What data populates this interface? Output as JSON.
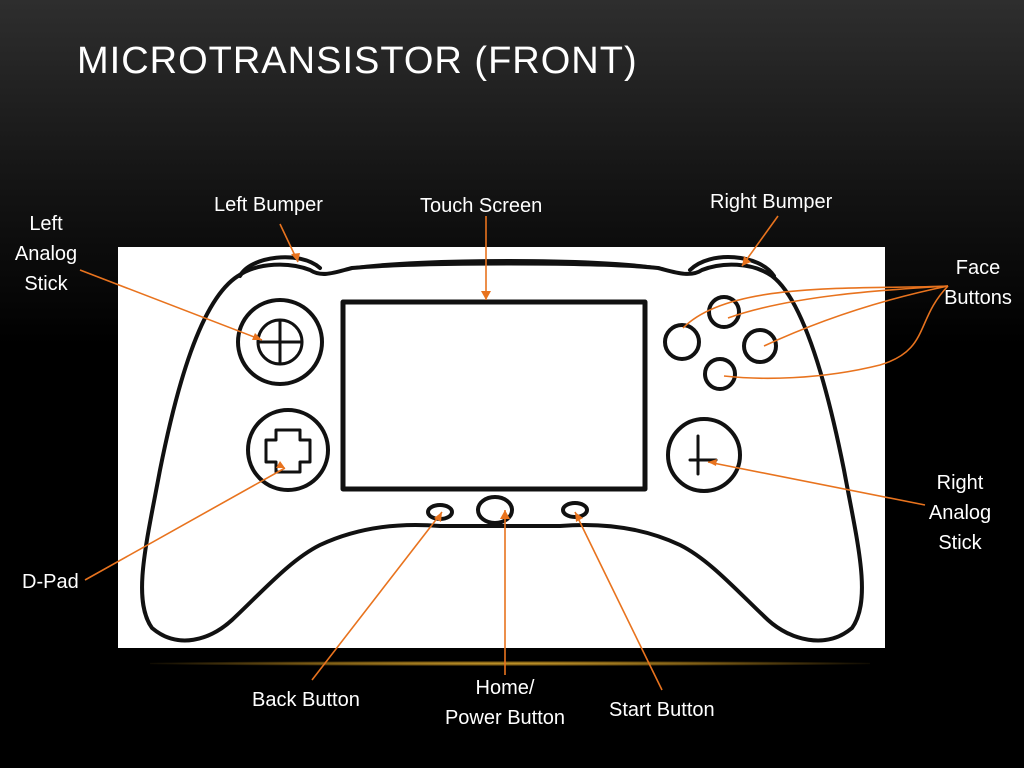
{
  "slide": {
    "title": "MICROTRANSISTOR (FRONT)"
  },
  "colors": {
    "background": "#000000",
    "panel": "#ffffff",
    "leader": "#e8731e",
    "rule": "#c79a2c",
    "ink": "#111111"
  },
  "labels": {
    "left_bumper": "Left Bumper",
    "touch_screen": "Touch Screen",
    "right_bumper": "Right Bumper",
    "left_analog_stick": [
      "Left",
      "Analog",
      "Stick"
    ],
    "face_buttons": [
      "Face",
      "Buttons"
    ],
    "right_analog_stick": [
      "Right",
      "Analog",
      "Stick"
    ],
    "d_pad": "D-Pad",
    "back_button": "Back Button",
    "home_power_button": [
      "Home/",
      "Power Button"
    ],
    "start_button": "Start Button"
  }
}
